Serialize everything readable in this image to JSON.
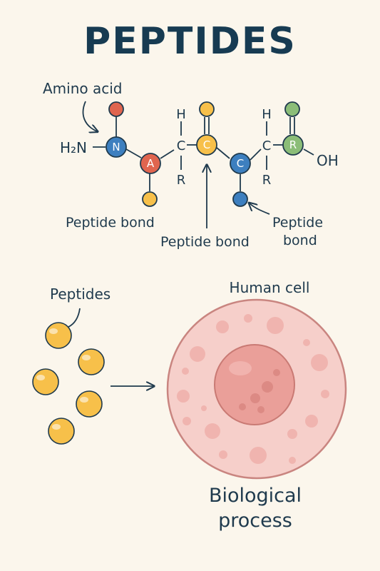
{
  "title": "PEPTIDES",
  "structure": {
    "amino_acid_label": "Amino acid",
    "h2n": "H₂N",
    "oh": "OH",
    "h_top_1": "H",
    "h_top_2": "H",
    "r_bottom_1": "R",
    "r_bottom_2": "R",
    "c_bond_1": "C",
    "c_bond_2": "C",
    "atoms": {
      "n": "N",
      "a": "A",
      "c1": "C",
      "c2": "C",
      "r": "R"
    },
    "peptide_bond_left": "Peptide bond",
    "peptide_bond_center": "Peptide bond",
    "peptide_bond_right_line1": "Peptide",
    "peptide_bond_right_line2": "bond"
  },
  "lower": {
    "peptides_label": "Peptides",
    "human_cell_label": "Human cell",
    "process_line1": "Biological",
    "process_line2": "process"
  },
  "colors": {
    "navy": "#1f3a4d",
    "blue": "#3d7fbf",
    "red": "#e0654f",
    "yellow": "#f7c04a",
    "green": "#8bbd78",
    "cell_outer": "#f6cfca",
    "nucleus": "#ea9f99",
    "background": "#fbf6ec"
  }
}
